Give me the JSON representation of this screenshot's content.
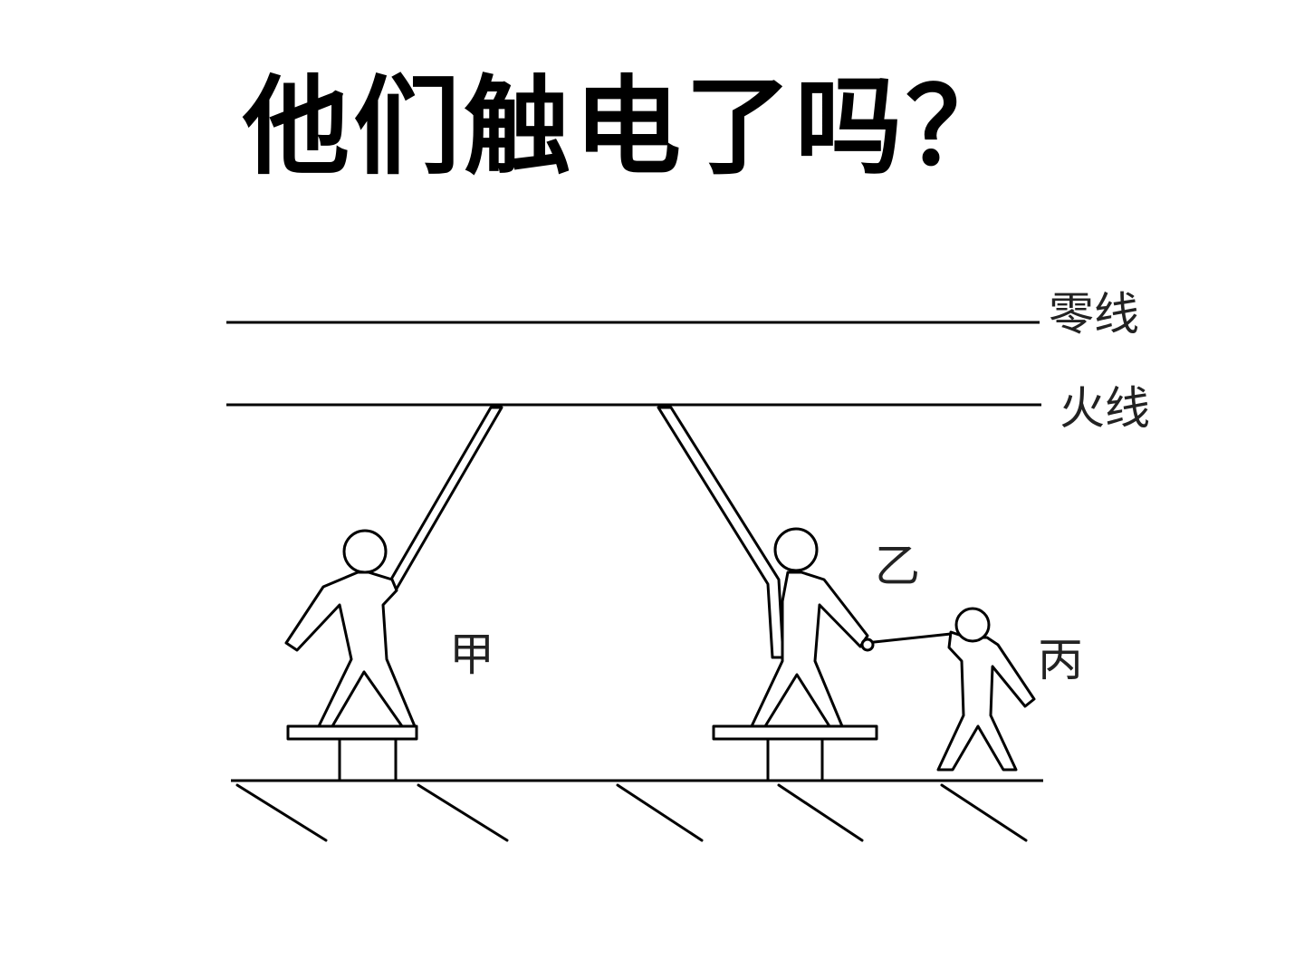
{
  "slide": {
    "title": "他们触电了吗？"
  },
  "diagram": {
    "neutral_wire_label": "零线",
    "live_wire_label": "火线",
    "person_a_label": "甲",
    "person_b_label": "乙",
    "person_c_label": "丙"
  }
}
